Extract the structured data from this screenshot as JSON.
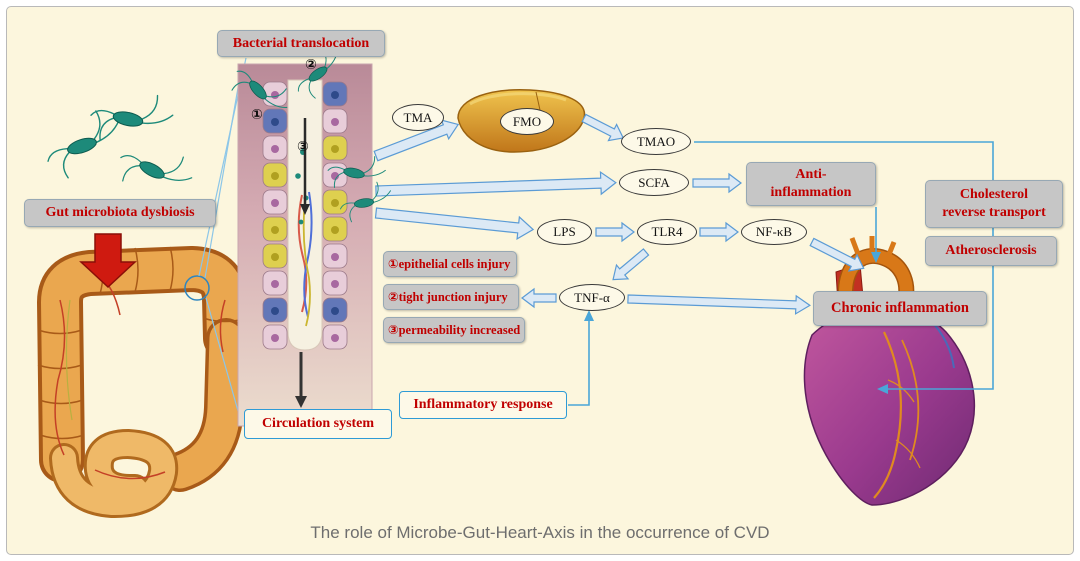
{
  "figure_caption": "The role of Microbe-Gut-Heart-Axis in the occurrence of CVD",
  "labels": {
    "bacterial_translocation": "Bacterial translocation",
    "gut_microbiota_dysbiosis": "Gut microbiota dysbiosis",
    "anti_inflammation": "Anti-\ninflammation",
    "cholesterol_reverse_transport": "Cholesterol\nreverse transport",
    "atherosclerosis": "Atherosclerosis",
    "chronic_inflammation": "Chronic inflammation",
    "circulation_system": "Circulation system",
    "inflammatory_response": "Inflammatory response"
  },
  "nodes": {
    "tma": "TMA",
    "fmo": "FMO",
    "tmao": "TMAO",
    "scfa": "SCFA",
    "lps": "LPS",
    "tlr4": "TLR4",
    "nfkb": "NF-κB",
    "tnfa": "TNF-α"
  },
  "injury_list": [
    {
      "label": "①epithelial cells injury"
    },
    {
      "label": "②tight junction injury"
    },
    {
      "label": "③permeability increased"
    }
  ],
  "villus_markers": {
    "m1": "①",
    "m2": "②",
    "m3": "③"
  },
  "colors": {
    "background": "#fcf6dd",
    "label_box": "#c6c6c6",
    "label_text": "#c00000",
    "arrow_blue": "#5b9bd5",
    "bacteria_teal": "#1d8a7a",
    "colon_orange": "#eaa74f",
    "liver_orange": "#d89a2e",
    "heart_purple": "#9a3a8e",
    "red_arrow": "#cf1a10"
  }
}
